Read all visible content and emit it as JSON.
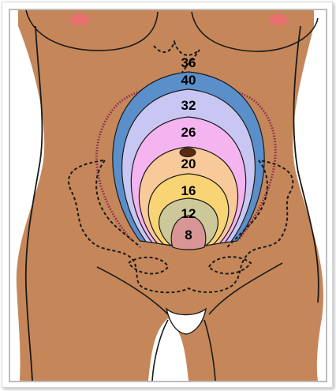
{
  "figure": {
    "colors": {
      "skin": "#C5875A",
      "outline": "#1a1a1a",
      "nipple": "#E8706F",
      "navel": "#5A2A12",
      "dotted_boundary": "#8B2E52"
    },
    "zones": [
      {
        "week": "40",
        "color": "#5B8FC9"
      },
      {
        "week": "32",
        "color": "#C8C6F2"
      },
      {
        "week": "26",
        "color": "#F4B4F0"
      },
      {
        "week": "20",
        "color": "#F8C999"
      },
      {
        "week": "16",
        "color": "#F9D474"
      },
      {
        "week": "12",
        "color": "#CDC89A"
      },
      {
        "week": "8",
        "color": "#D79595"
      }
    ],
    "top_label": "36"
  }
}
